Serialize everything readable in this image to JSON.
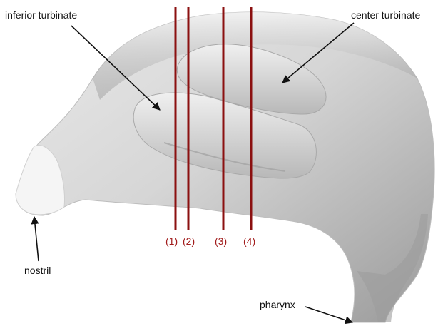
{
  "annotations": {
    "inferior_turbinate": "inferior turbinate",
    "center_turbinate": "center turbinate",
    "nostril": "nostril",
    "pharynx": "pharynx"
  },
  "cross_sections": [
    {
      "label": "(1)"
    },
    {
      "label": "(2)"
    },
    {
      "label": "(3)"
    },
    {
      "label": "(4)"
    }
  ],
  "colors": {
    "cut_line": "#8b1010",
    "cut_label": "#a11b1b",
    "surface_light": "#f2f2f2",
    "surface_mid": "#c9c9c9",
    "surface_dark": "#8a8a8a",
    "arrow": "#111111"
  },
  "icons": {
    "arrow": "arrow-pointer-icon"
  }
}
